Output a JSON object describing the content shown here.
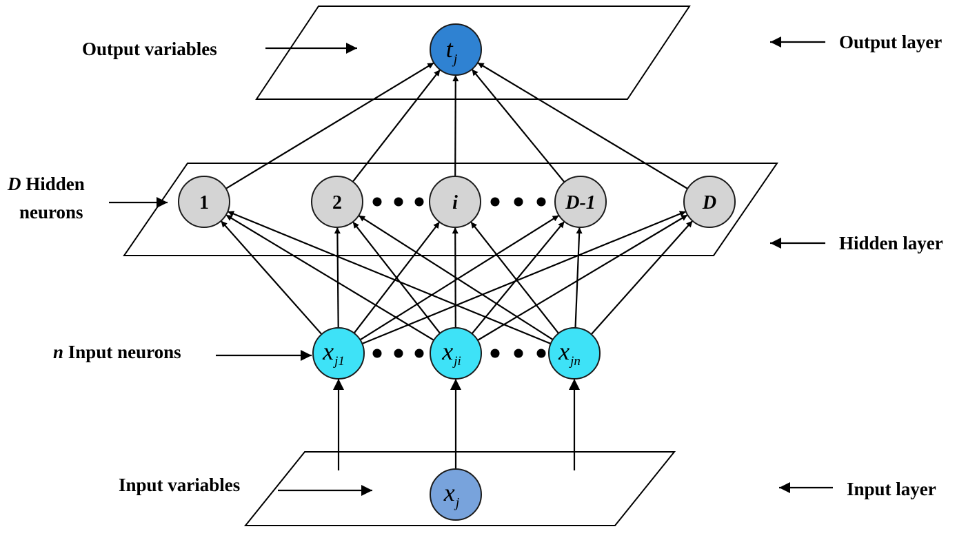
{
  "labels": {
    "output_variables": "Output variables",
    "output_layer": "Output layer",
    "hidden_neurons_line1_italic": "D",
    "hidden_neurons_line1_rest": " Hidden",
    "hidden_neurons_line2": "neurons",
    "hidden_layer": "Hidden layer",
    "input_neurons_italic": "n",
    "input_neurons_rest": " Input neurons",
    "input_variables": "Input variables",
    "input_layer": "Input layer"
  },
  "output_node": {
    "base": "t",
    "sub": "j"
  },
  "hidden_nodes": [
    "1",
    "2",
    "i",
    "D-1",
    "D"
  ],
  "input_nodes": [
    {
      "base": "x",
      "sub": "j1"
    },
    {
      "base": "x",
      "sub": "ji"
    },
    {
      "base": "x",
      "sub": "jn"
    }
  ],
  "input_variable_node": {
    "base": "x",
    "sub": "j"
  },
  "colors": {
    "hidden_fill": "#d4d4d4",
    "input_neuron_fill": "#3ee2f7",
    "output_fill": "#2f82d2",
    "input_variable_fill": "#78a3dc"
  }
}
